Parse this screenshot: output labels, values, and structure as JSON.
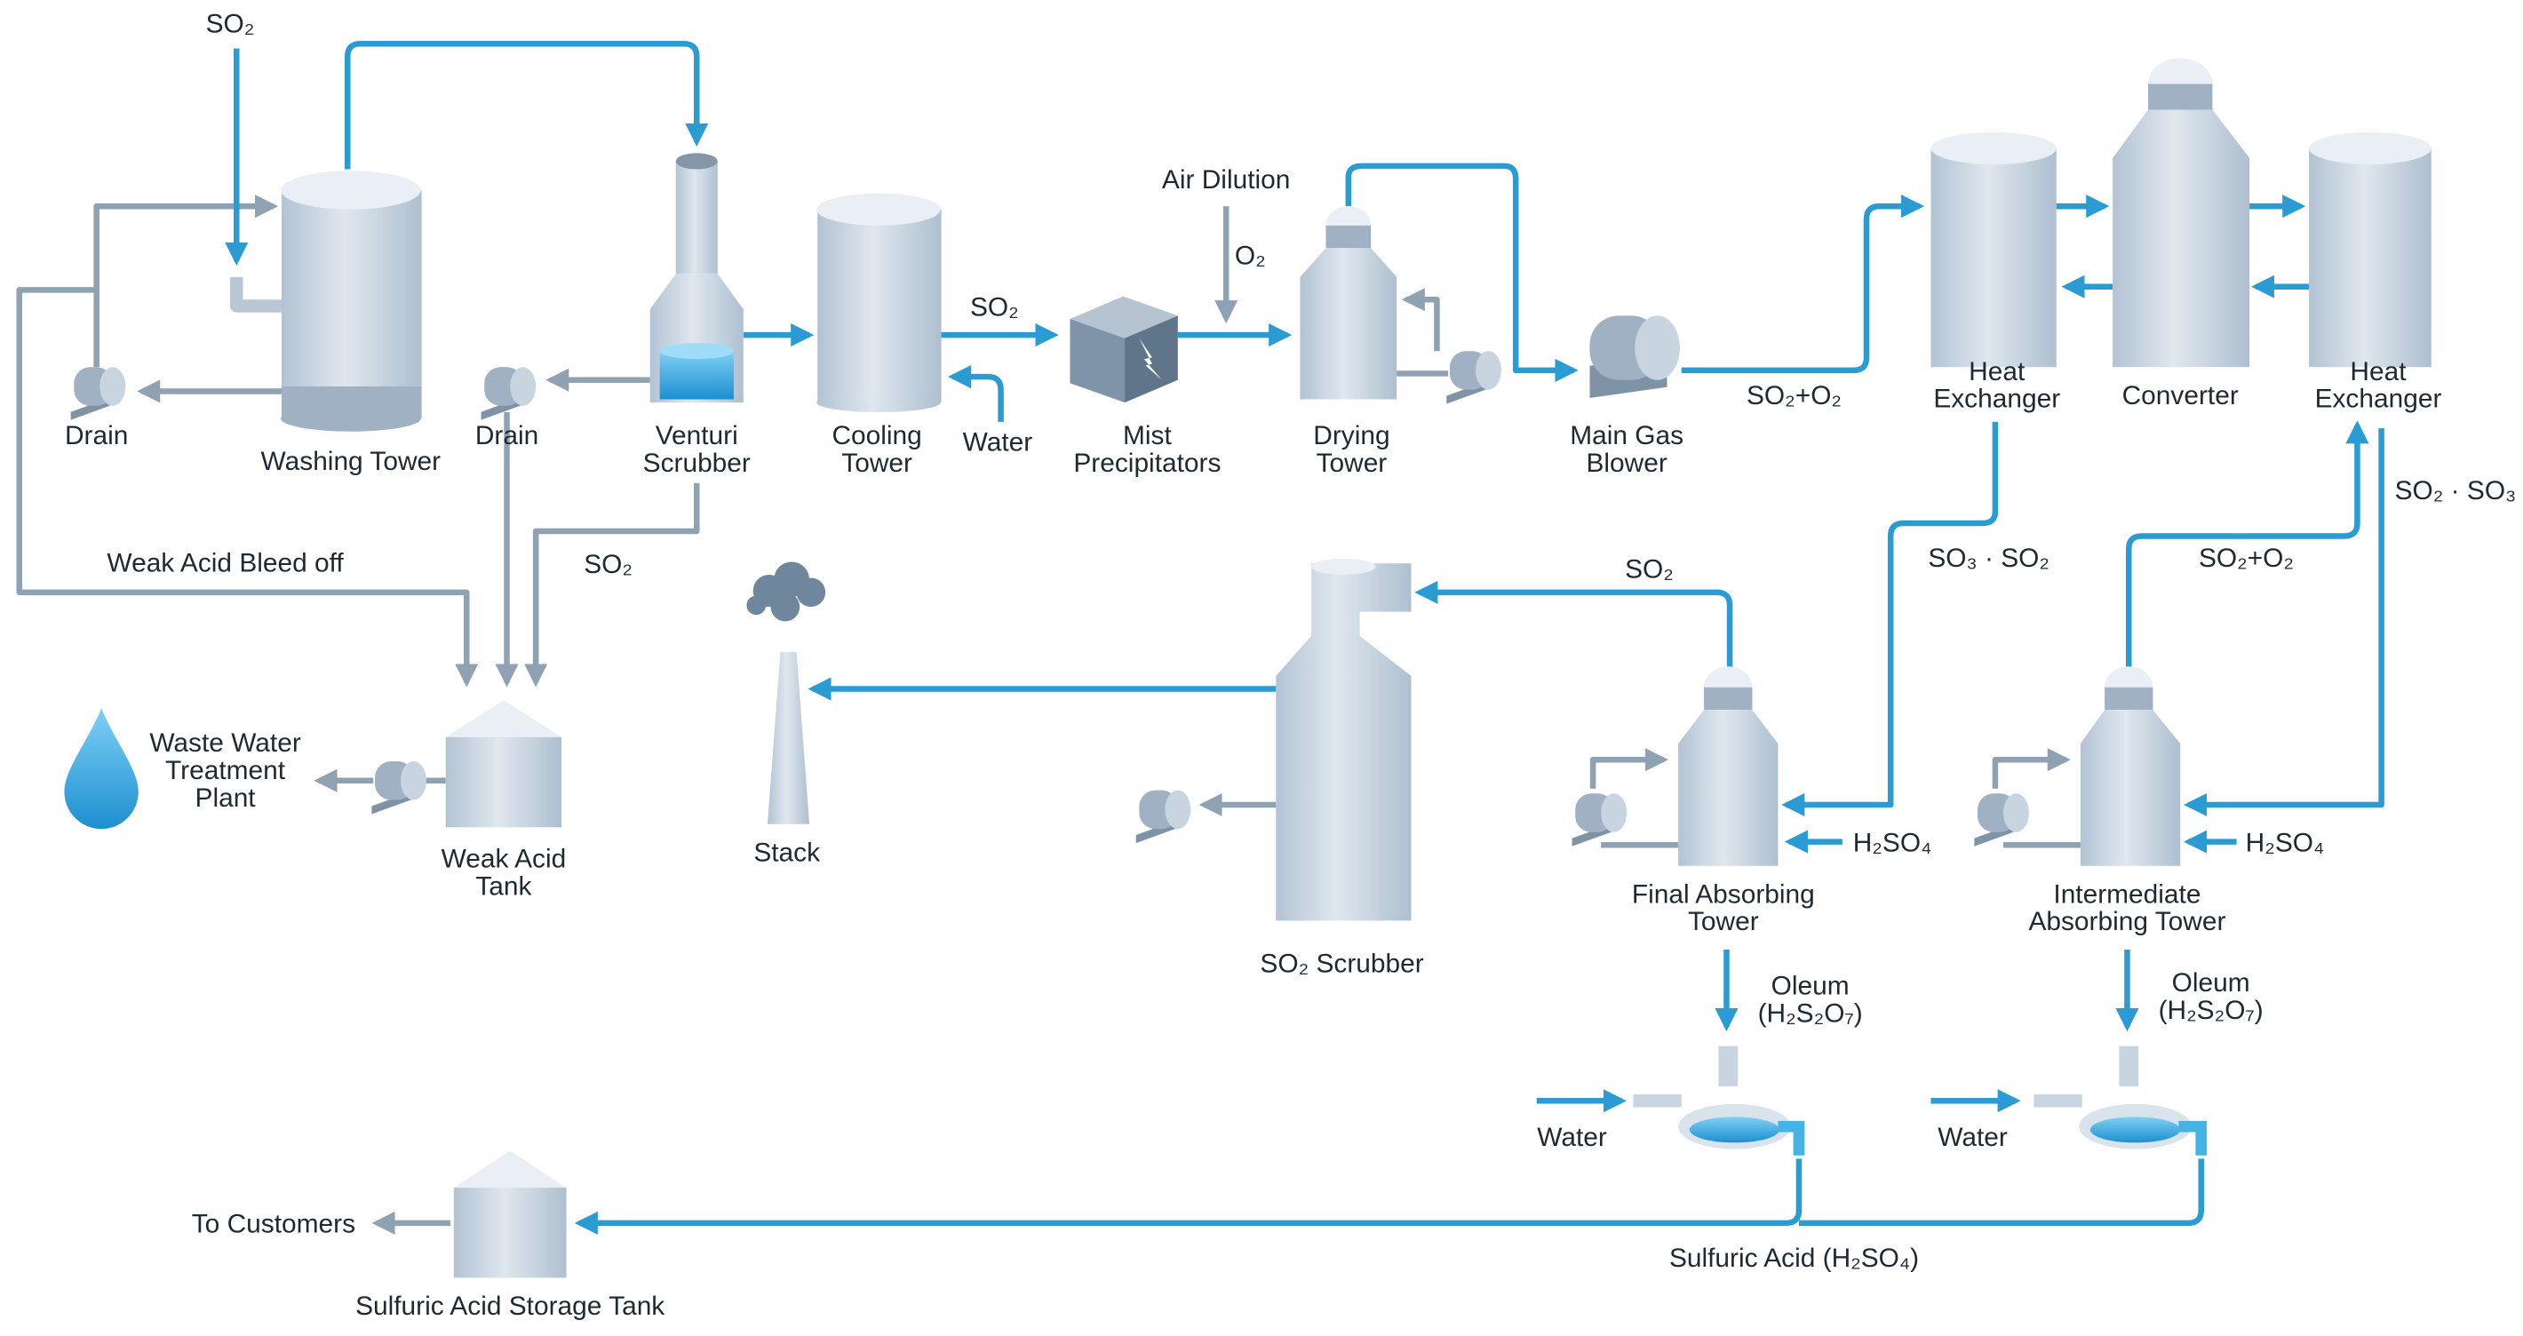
{
  "colors": {
    "process_flow": "#2a9bd3",
    "auxiliary_flow": "#8fa2b4",
    "vessel": "#c4d2df"
  },
  "labels": {
    "so2_inlet": "SO₂",
    "drain_1": "Drain",
    "washing_tower": "Washing Tower",
    "drain_2": "Drain",
    "venturi_scrubber": [
      "Venturi",
      "Scrubber"
    ],
    "cooling_tower": [
      "Cooling",
      "Tower"
    ],
    "so2_cooling": "SO₂",
    "water_cooling": "Water",
    "mist_precipitators": [
      "Mist",
      "Precipitators"
    ],
    "air_dilution": "Air Dilution",
    "o2": "O₂",
    "drying_tower": [
      "Drying",
      "Tower"
    ],
    "main_gas_blower": [
      "Main Gas",
      "Blower"
    ],
    "so2_o2_blower": "SO₂+O₂",
    "heat_exchanger_1": [
      "Heat",
      "Exchanger"
    ],
    "converter": "Converter",
    "heat_exchanger_2": [
      "Heat",
      "Exchanger"
    ],
    "so2_so3": "SO₂ · SO₃",
    "so3_so2": "SO₃ · SO₂",
    "so2_o2_intermediate": "SO₂+O₂",
    "so2_final": "SO₂",
    "weak_acid_bleed": "Weak Acid Bleed off",
    "so2_venturi": "SO₂",
    "waste_water_plant": [
      "Waste Water",
      "Treatment",
      "Plant"
    ],
    "weak_acid_tank": [
      "Weak Acid",
      "Tank"
    ],
    "stack": "Stack",
    "so2_scrubber": "SO₂ Scrubber",
    "final_absorbing_tower": [
      "Final Absorbing",
      "Tower"
    ],
    "h2so4_final": "H₂SO₄",
    "intermediate_absorbing_tower": [
      "Intermediate",
      "Absorbing Tower"
    ],
    "h2so4_intermediate": "H₂SO₄",
    "oleum_1": [
      "Oleum",
      "(H₂S₂O₇)"
    ],
    "oleum_2": [
      "Oleum",
      "(H₂S₂O₇)"
    ],
    "water_1": "Water",
    "water_2": "Water",
    "to_customers": "To Customers",
    "storage_tank": "Sulfuric Acid Storage Tank",
    "sulfuric_acid": "Sulfuric Acid (H₂SO₄)"
  }
}
